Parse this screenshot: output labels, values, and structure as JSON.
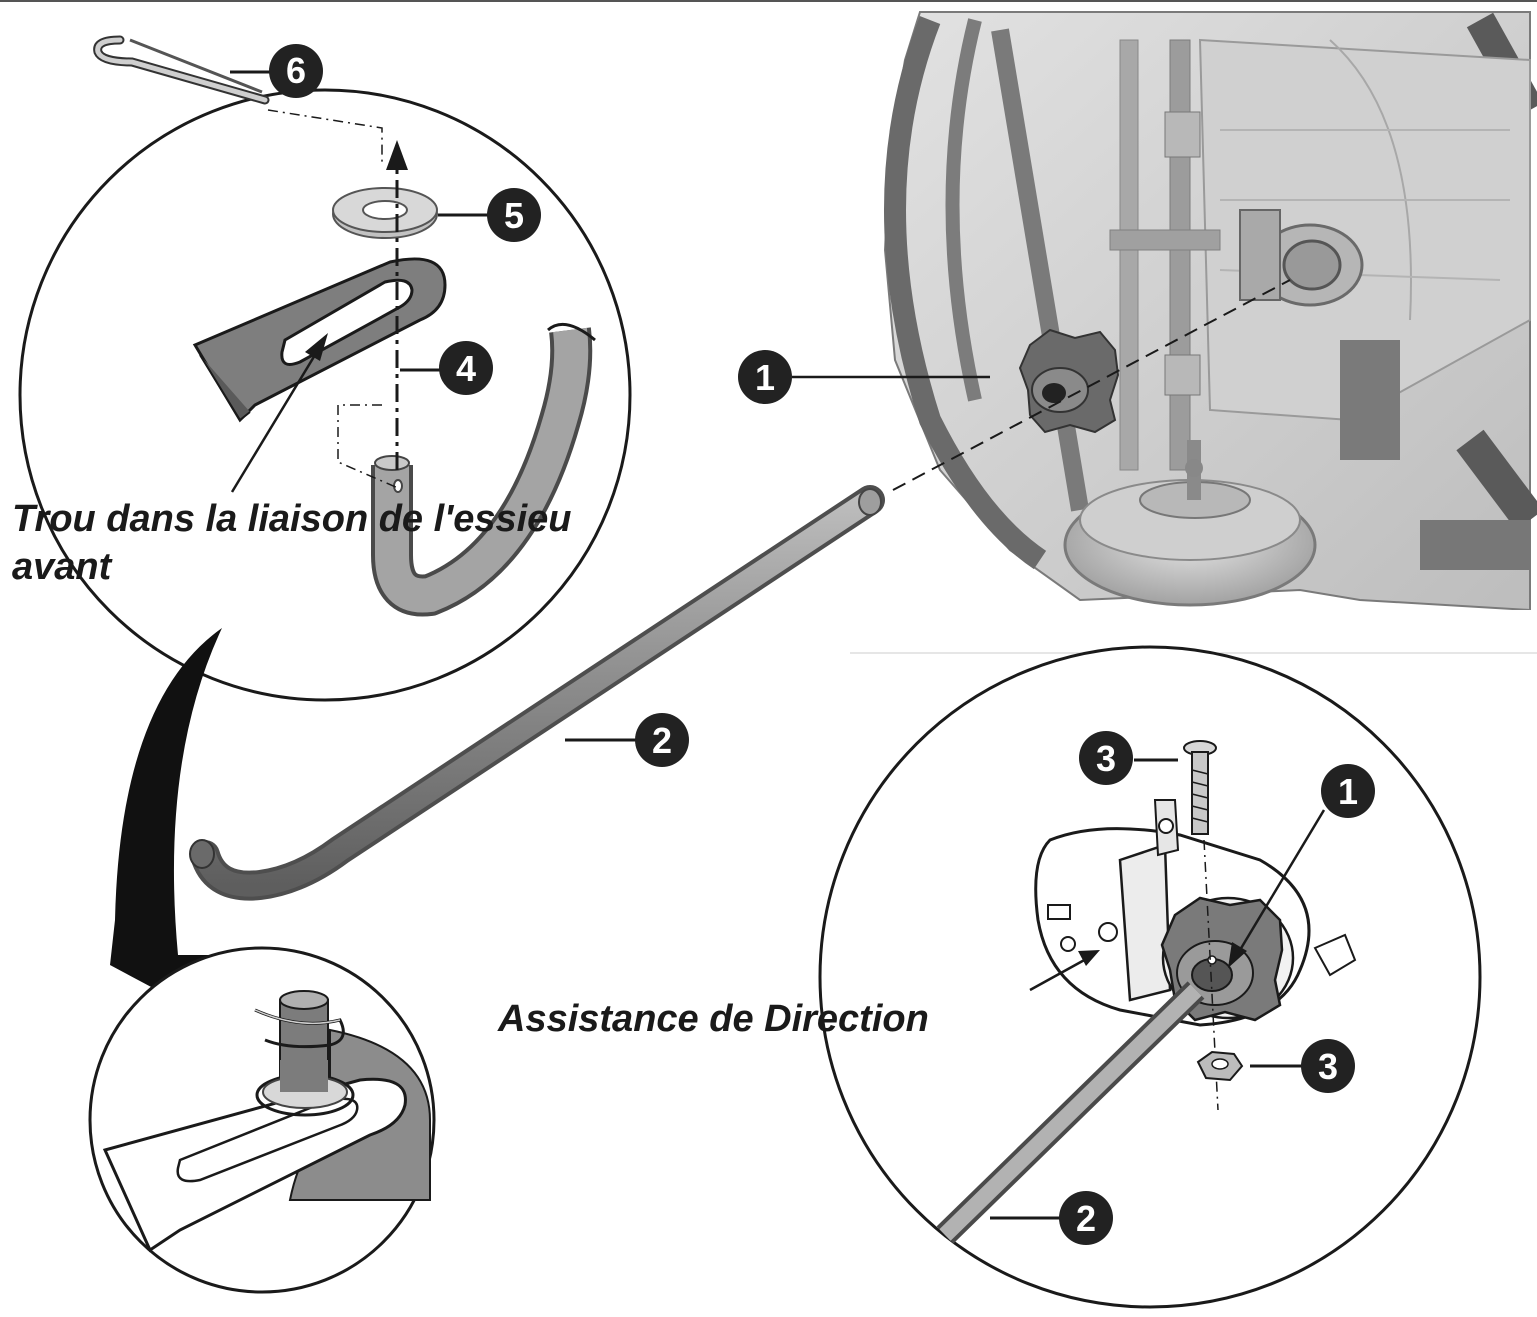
{
  "labels": {
    "axle_hole": "Trou dans la liaison de l'essieu",
    "axle_hole_line2": "avant",
    "steering_assist": "Assistance de Direction"
  },
  "callouts": {
    "knob": "1",
    "rod": "2",
    "fasteners": "3",
    "rod_end": "4",
    "washer": "5",
    "cotter_pin": "6"
  },
  "colors": {
    "line": "#1a1a1a",
    "badge": "#222222",
    "part_fill": "#9a9a9a",
    "part_dark": "#6e6e6e",
    "vehicle_fill": "#d4d4d4",
    "vehicle_dark": "#8c8c8c"
  },
  "icons": [
    "cotter-pin-icon",
    "washer-icon",
    "knob-icon",
    "bolt-icon",
    "nut-icon",
    "wheel-icon"
  ]
}
